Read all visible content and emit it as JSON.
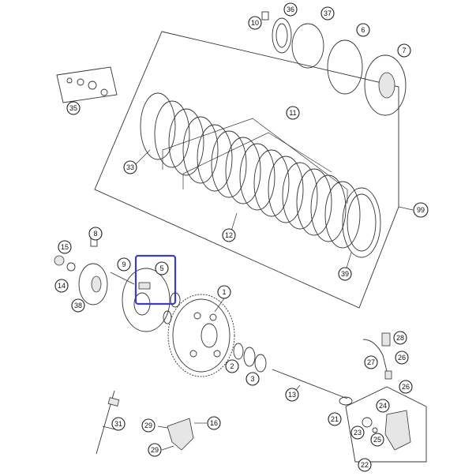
{
  "diagram": {
    "highlight_color": "#3a3fbf",
    "callouts": [
      {
        "id": "c1",
        "label": "1"
      },
      {
        "id": "c2",
        "label": "2"
      },
      {
        "id": "c3",
        "label": "3"
      },
      {
        "id": "c5",
        "label": "5"
      },
      {
        "id": "c6",
        "label": "6"
      },
      {
        "id": "c7",
        "label": "7"
      },
      {
        "id": "c8",
        "label": "8"
      },
      {
        "id": "c9",
        "label": "9"
      },
      {
        "id": "c10",
        "label": "10"
      },
      {
        "id": "c11",
        "label": "11"
      },
      {
        "id": "c12",
        "label": "12"
      },
      {
        "id": "c13",
        "label": "13"
      },
      {
        "id": "c14",
        "label": "14"
      },
      {
        "id": "c15",
        "label": "15"
      },
      {
        "id": "c16",
        "label": "16"
      },
      {
        "id": "c21",
        "label": "21"
      },
      {
        "id": "c22",
        "label": "22"
      },
      {
        "id": "c23",
        "label": "23"
      },
      {
        "id": "c24",
        "label": "24"
      },
      {
        "id": "c25",
        "label": "25"
      },
      {
        "id": "c26a",
        "label": "26"
      },
      {
        "id": "c26b",
        "label": "26"
      },
      {
        "id": "c27",
        "label": "27"
      },
      {
        "id": "c28",
        "label": "28"
      },
      {
        "id": "c29a",
        "label": "29"
      },
      {
        "id": "c29b",
        "label": "29"
      },
      {
        "id": "c31",
        "label": "31"
      },
      {
        "id": "c33",
        "label": "33"
      },
      {
        "id": "c35",
        "label": "35"
      },
      {
        "id": "c36",
        "label": "36"
      },
      {
        "id": "c37",
        "label": "37"
      },
      {
        "id": "c38",
        "label": "38"
      },
      {
        "id": "c39",
        "label": "39"
      },
      {
        "id": "c99",
        "label": "99"
      }
    ]
  }
}
